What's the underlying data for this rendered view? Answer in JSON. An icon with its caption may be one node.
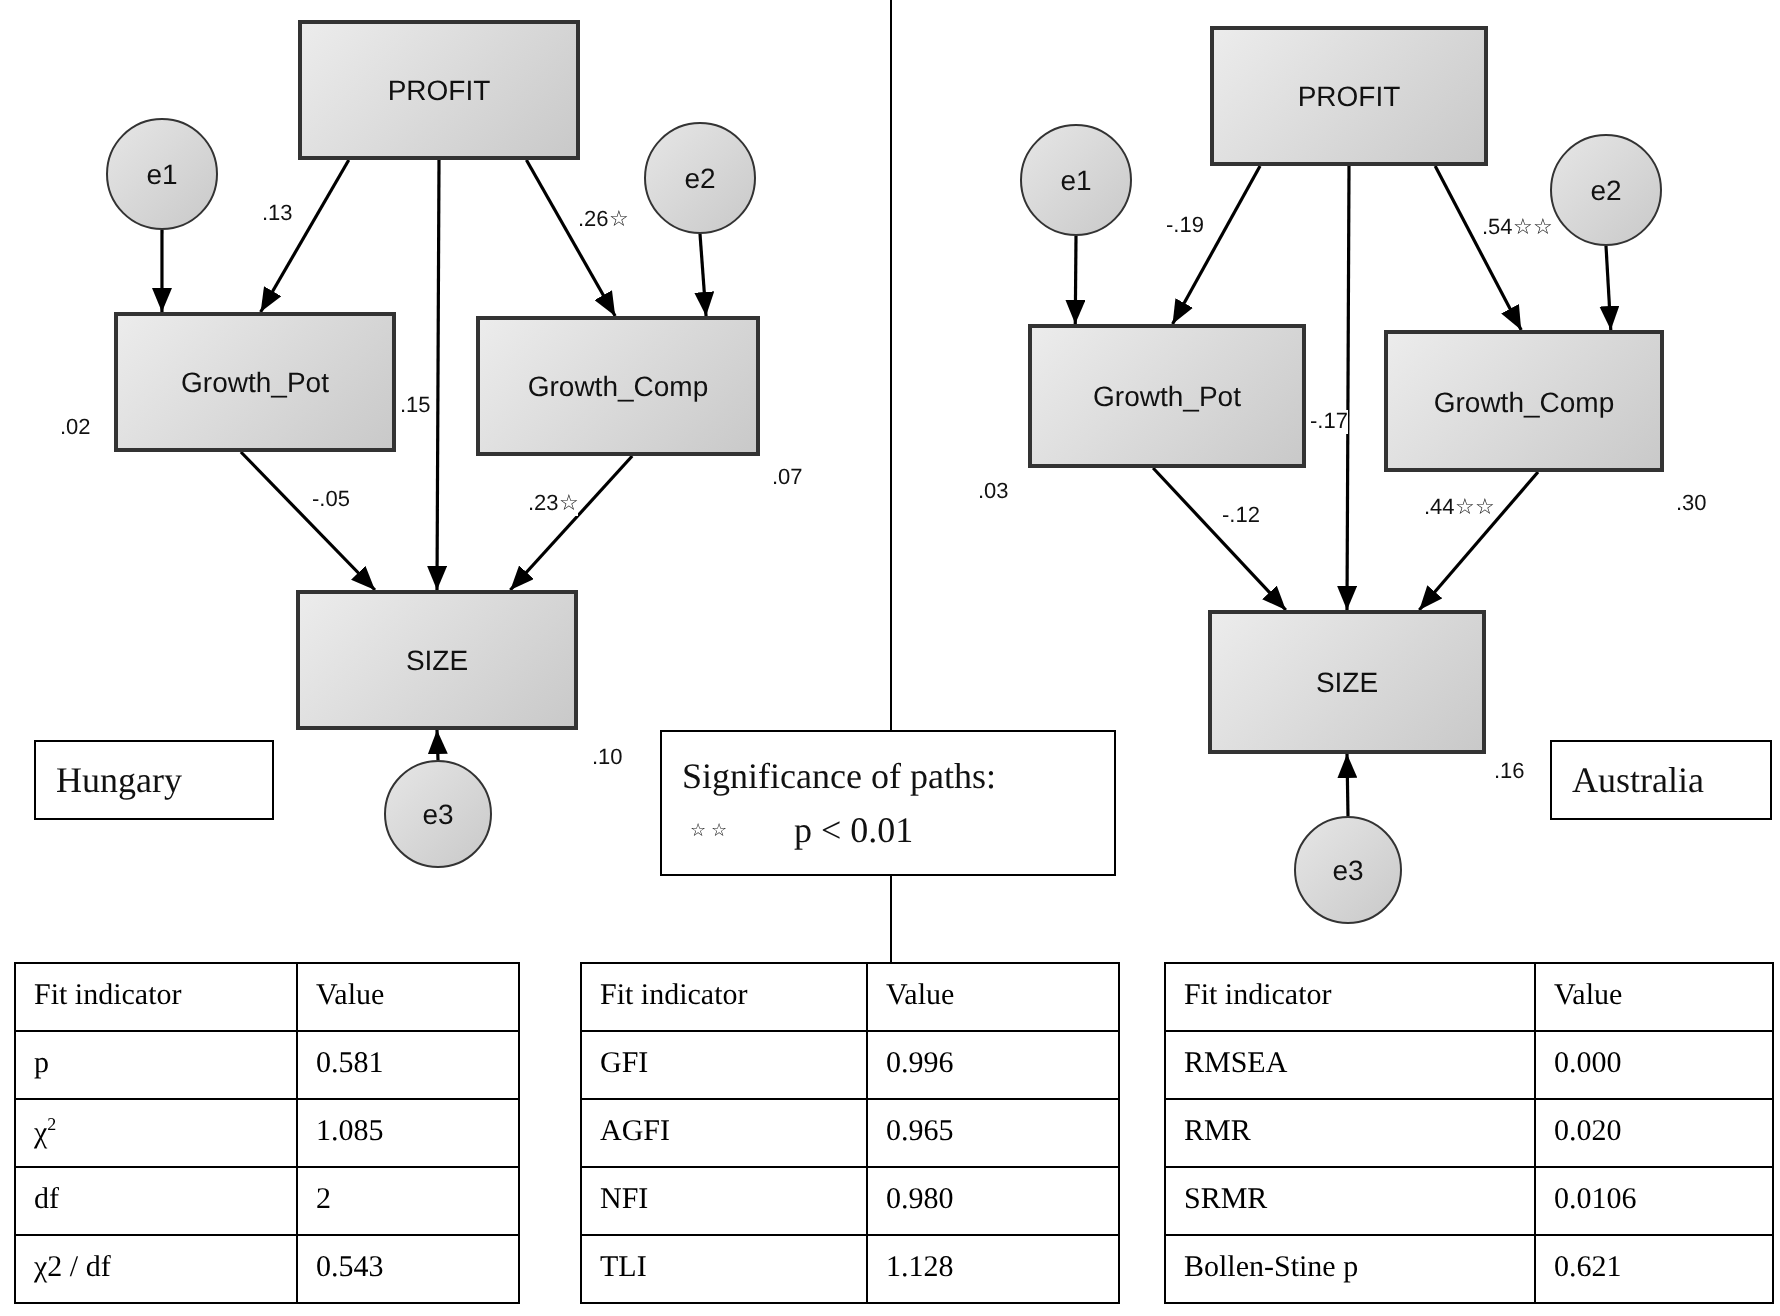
{
  "diagram": {
    "nodes": [
      {
        "text": [
          "PROFIT"
        ]
      },
      {
        "text": [
          "e1"
        ]
      },
      {
        "text": [
          "e2"
        ]
      },
      {
        "text": [
          "Growth_Pot"
        ],
        "beside": [
          ".02"
        ]
      },
      {
        "text": [
          "Growth_Comp"
        ],
        "beside": [
          ".07"
        ]
      },
      {
        "text": [
          "SIZE"
        ],
        "beside": [
          ".10"
        ]
      },
      {
        "text": [
          "e3"
        ]
      },
      {
        "text": [
          "PROFIT"
        ]
      },
      {
        "text": [
          "e1"
        ]
      },
      {
        "text": [
          "e2"
        ]
      },
      {
        "text": [
          "Growth_Pot"
        ],
        "beside": [
          ".03"
        ]
      },
      {
        "text": [
          "Growth_Comp"
        ],
        "beside": [
          ".30"
        ]
      },
      {
        "text": [
          "SIZE"
        ],
        "beside": [
          ".16"
        ]
      },
      {
        "text": [
          "e3"
        ]
      },
      {
        "text": [
          "Hungary"
        ]
      },
      {
        "text": [
          "Significance of paths:",
          "☆ ☆",
          "p < 0.01"
        ]
      },
      {
        "text": [
          "Australia"
        ]
      }
    ],
    "edges": [
      {
        "from": 1,
        "to": 3,
        "arrow": "to"
      },
      {
        "from": 0,
        "to": 3,
        "arrow": "to",
        "label": ".13"
      },
      {
        "from": 0,
        "to": 5,
        "arrow": "to",
        "label": ".15"
      },
      {
        "from": 0,
        "to": 4,
        "arrow": "to",
        "label": ".26☆"
      },
      {
        "from": 2,
        "to": 4,
        "arrow": "to"
      },
      {
        "from": 3,
        "to": 5,
        "arrow": "to",
        "label": "-.05"
      },
      {
        "from": 4,
        "to": 5,
        "arrow": "to",
        "label": ".23☆"
      },
      {
        "from": 6,
        "to": 5,
        "arrow": "to"
      },
      {
        "from": 8,
        "to": 10,
        "arrow": "to"
      },
      {
        "from": 7,
        "to": 10,
        "arrow": "to",
        "label": "-.19"
      },
      {
        "from": 7,
        "to": 12,
        "arrow": "to",
        "label": "-.17"
      },
      {
        "from": 7,
        "to": 11,
        "arrow": "to",
        "label": ".54☆☆"
      },
      {
        "from": 9,
        "to": 11,
        "arrow": "to"
      },
      {
        "from": 10,
        "to": 12,
        "arrow": "to",
        "label": "-.12"
      },
      {
        "from": 11,
        "to": 12,
        "arrow": "to",
        "label": ".44☆☆"
      },
      {
        "from": 13,
        "to": 12,
        "arrow": "to"
      }
    ],
    "labels": [
      "Fit indicator",
      "Value",
      "p",
      "0.581",
      "χ$^{2}$",
      "1.085",
      "df",
      "2",
      "χ2 / df",
      "0.543",
      "Fit indicator",
      "Value",
      "GFI",
      "0.996",
      "AGFI",
      "0.965",
      "NFI",
      "0.980",
      "TLI",
      "1.128",
      "Fit indicator",
      "Value",
      "RMSEA",
      "0.000",
      "RMR",
      "0.020",
      "SRMR",
      "0.0106",
      "Bollen-Stine p",
      "0.621"
    ]
  }
}
